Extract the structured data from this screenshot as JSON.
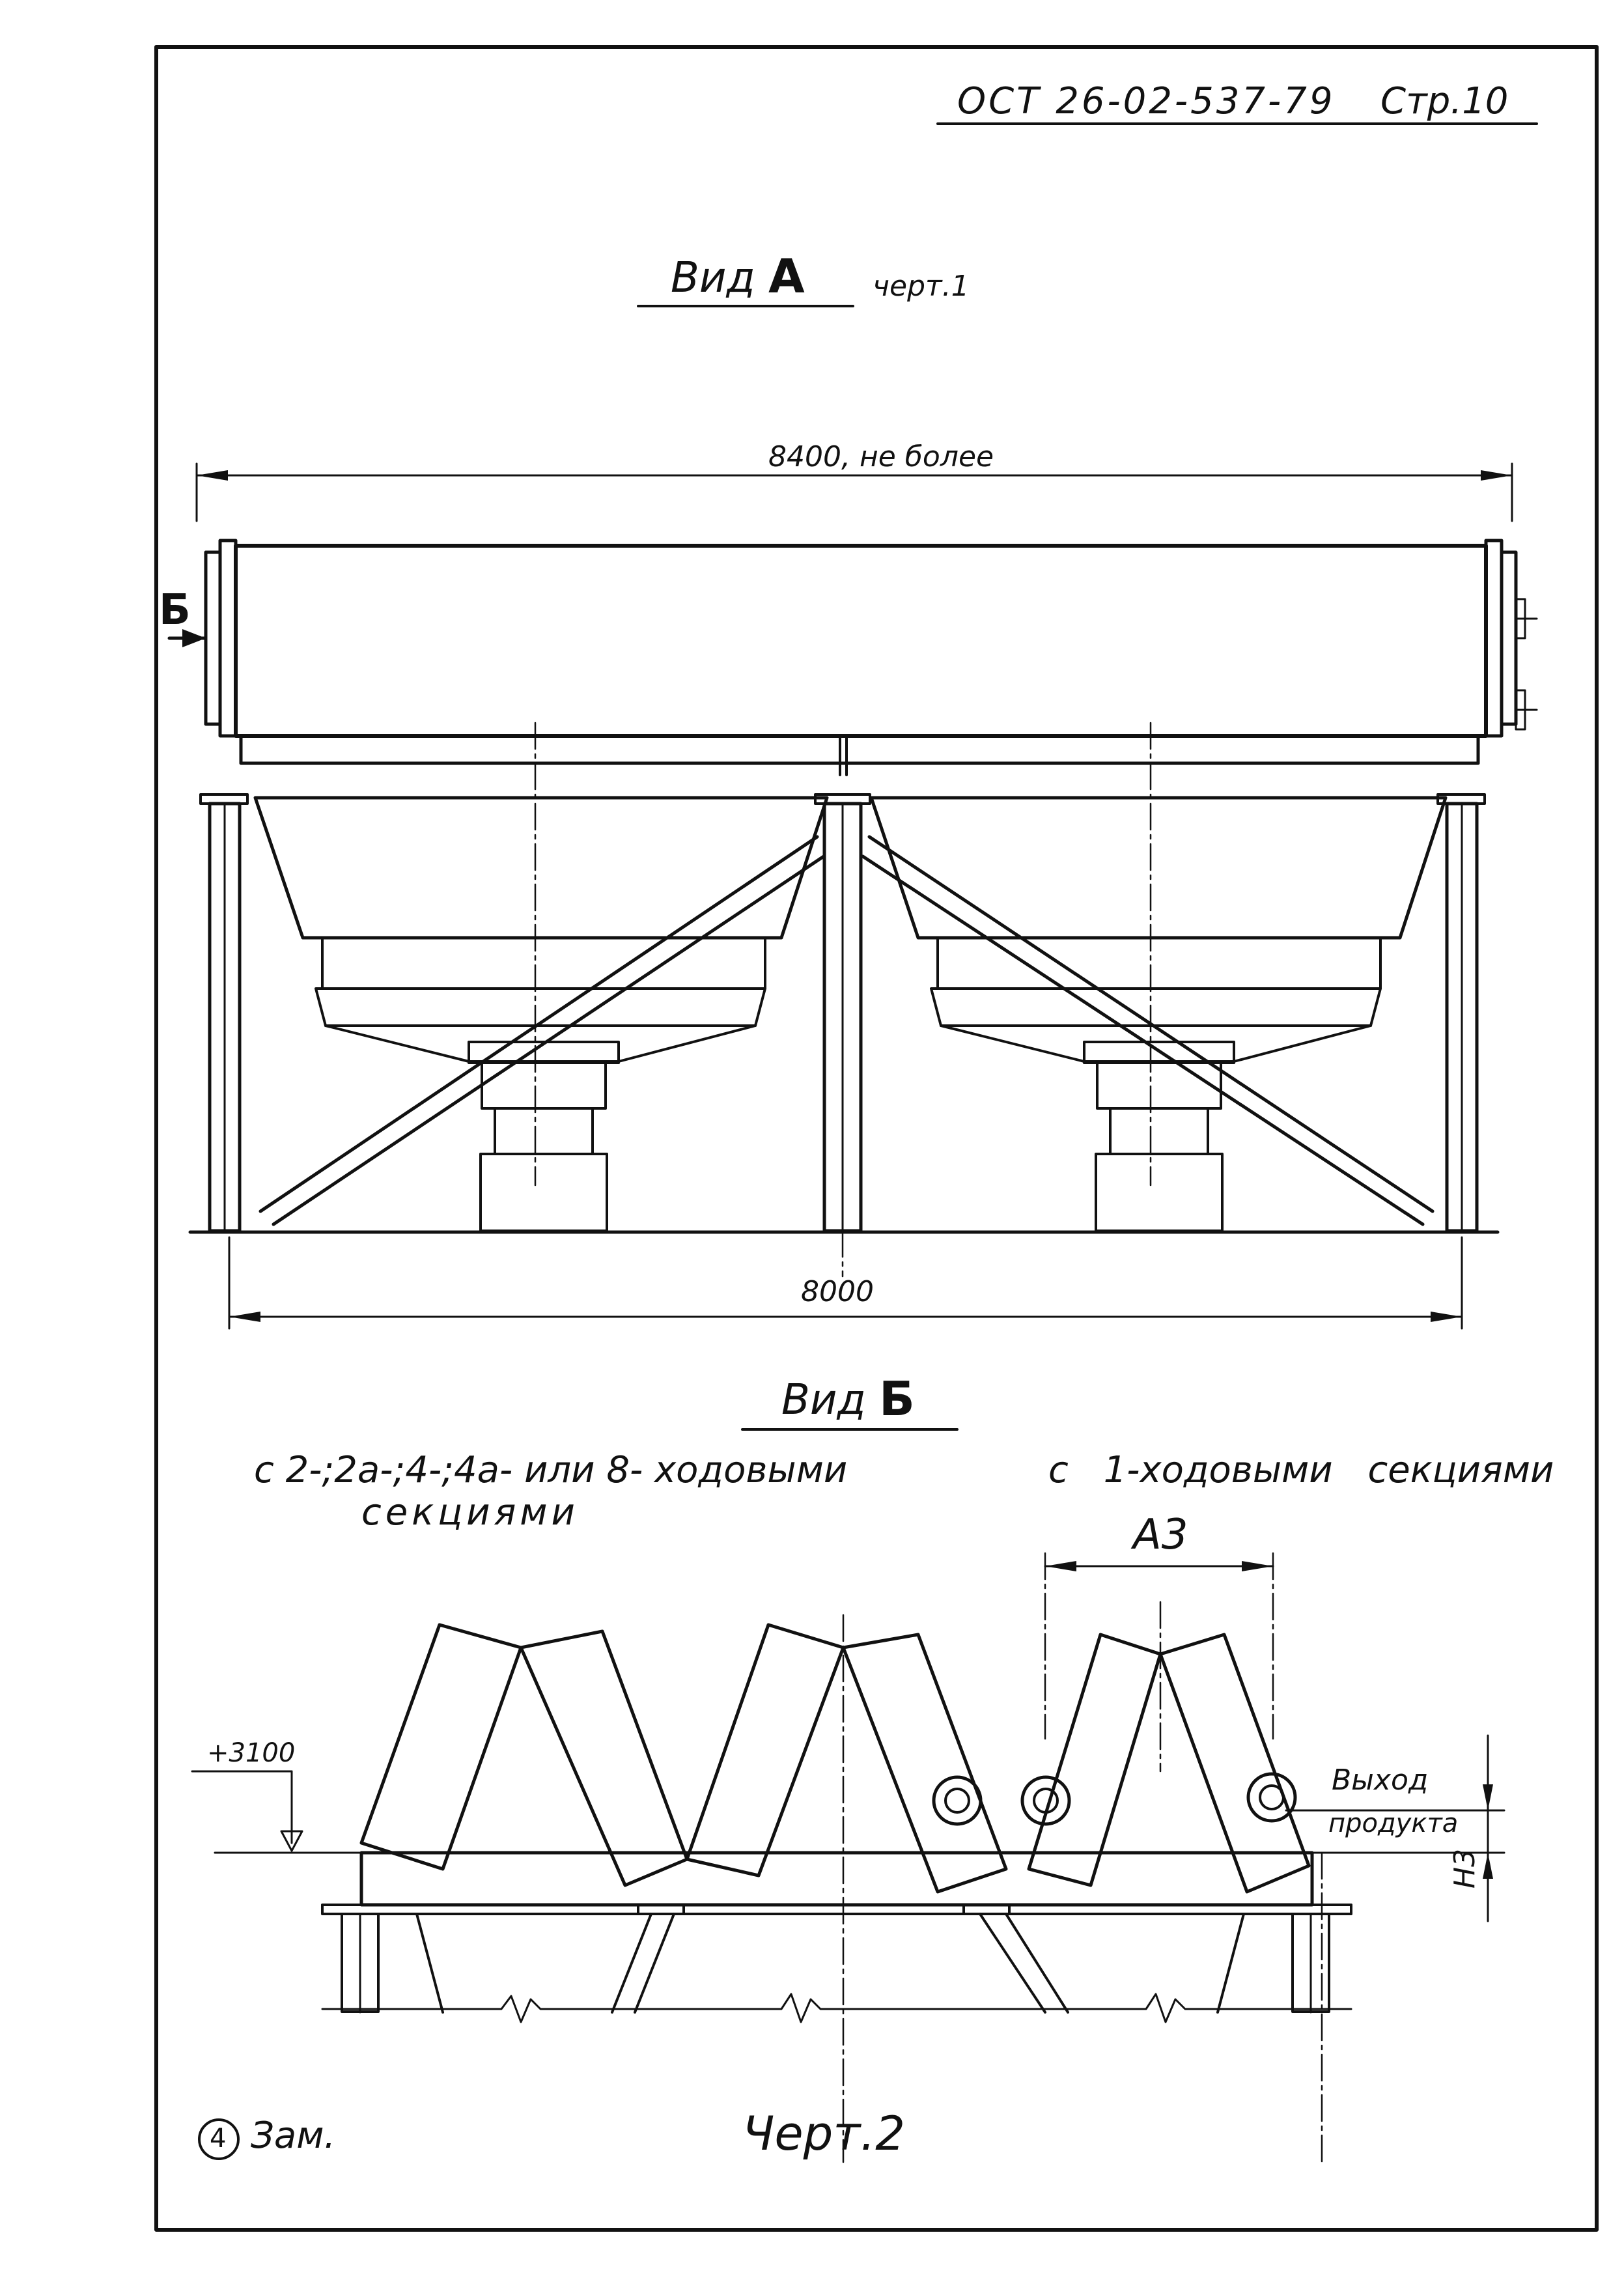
{
  "header": {
    "doc_code": "ОСТ 26-02-537-79",
    "page_label": "Стр.10"
  },
  "view_a": {
    "title": "Вид",
    "letter": "А",
    "ref": "черт.1",
    "dim_top": "8400, не более",
    "dim_bottom": "8000",
    "arrow_label": "Б"
  },
  "view_b": {
    "title": "Вид",
    "letter": "Б",
    "caption_left_line1": "с 2-;2а-;4-;4а- или 8- ходовыми",
    "caption_left_line2": "секциями",
    "caption_right": "с 1-ходовыми секциями",
    "dim_a3": "А3",
    "level": "+3100",
    "outlet_line1": "Выход",
    "outlet_line2": "продукта",
    "dim_h3": "Н3"
  },
  "footer": {
    "change_no": "4",
    "change_label": "Зам.",
    "drawing_label": "Черт.2"
  }
}
